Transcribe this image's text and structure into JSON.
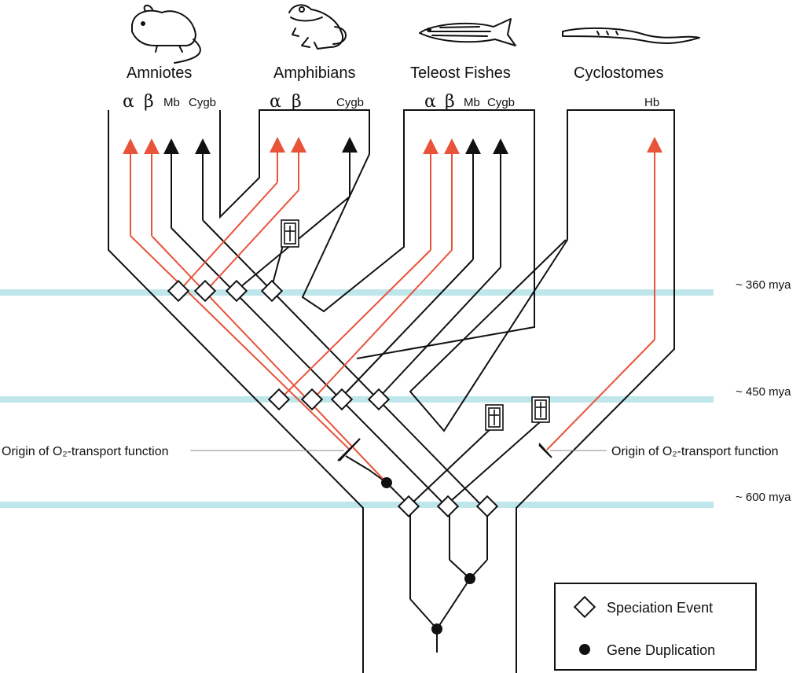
{
  "clades": [
    {
      "id": "amniotes",
      "label": "Amniotes",
      "icon": "mouse-icon"
    },
    {
      "id": "amphibians",
      "label": "Amphibians",
      "icon": "frog-icon"
    },
    {
      "id": "teleost",
      "label": "Teleost Fishes",
      "icon": "fish-icon"
    },
    {
      "id": "cyclostomes",
      "label": "Cyclostomes",
      "icon": "lamprey-icon"
    }
  ],
  "gene_labels": {
    "amniotes": [
      "α",
      "β",
      "Mb",
      "Cygb"
    ],
    "amphibians": [
      "α",
      "β",
      "Cygb"
    ],
    "teleost": [
      "α",
      "β",
      "Mb",
      "Cygb"
    ],
    "cyclostomes": [
      "Hb"
    ]
  },
  "time_markers": [
    "~ 360 mya",
    "~ 450 mya",
    "~ 600 mya"
  ],
  "annotations": {
    "origin_left": "Origin of O₂-transport function",
    "origin_right": "Origin of O₂-transport function"
  },
  "legend": {
    "speciation": "Speciation Event",
    "duplication": "Gene Duplication"
  },
  "colors": {
    "oxygen_transport_lineage": "#e8533a",
    "other_lineage": "#111111",
    "time_band": "#bfe6ea"
  }
}
